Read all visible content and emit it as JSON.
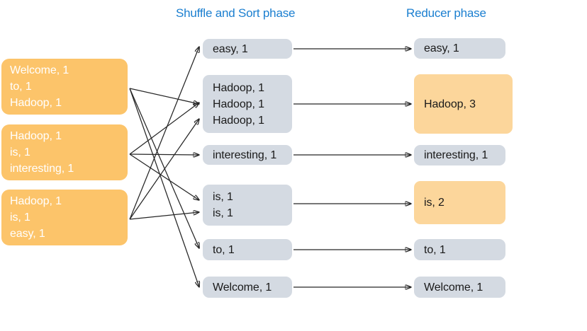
{
  "headers": {
    "shuffle_title": "Shuffle and Sort phase",
    "reducer_title": "Reducer phase"
  },
  "colors": {
    "title_blue": "#1b7fd0",
    "mapper_orange": "#fcc46a",
    "shuffle_gray": "#d4dae2",
    "reduce_highlight_orange": "#fcd69b",
    "text_dark": "#1a1a1a",
    "text_light": "#ffffff",
    "arrow": "#262626"
  },
  "mapper_boxes": [
    {
      "id": "mapper-1",
      "lines": [
        "Welcome, 1",
        "to, 1",
        "Hadoop, 1"
      ]
    },
    {
      "id": "mapper-2",
      "lines": [
        "Hadoop, 1",
        "is, 1",
        "interesting, 1"
      ]
    },
    {
      "id": "mapper-3",
      "lines": [
        "Hadoop, 1",
        "is, 1",
        "easy, 1"
      ]
    }
  ],
  "shuffle_boxes": [
    {
      "id": "shuffle-easy",
      "lines": [
        "easy, 1"
      ]
    },
    {
      "id": "shuffle-hadoop",
      "lines": [
        "Hadoop, 1",
        "Hadoop, 1",
        "Hadoop, 1"
      ]
    },
    {
      "id": "shuffle-interesting",
      "lines": [
        "interesting, 1"
      ]
    },
    {
      "id": "shuffle-is",
      "lines": [
        "is, 1",
        "is, 1"
      ]
    },
    {
      "id": "shuffle-to",
      "lines": [
        "to, 1"
      ]
    },
    {
      "id": "shuffle-welcome",
      "lines": [
        "Welcome, 1"
      ]
    }
  ],
  "reducer_boxes": [
    {
      "id": "reduce-easy",
      "lines": [
        "easy, 1"
      ],
      "highlight": false
    },
    {
      "id": "reduce-hadoop",
      "lines": [
        "Hadoop, 3"
      ],
      "highlight": true
    },
    {
      "id": "reduce-interesting",
      "lines": [
        "interesting, 1"
      ],
      "highlight": false
    },
    {
      "id": "reduce-is",
      "lines": [
        "is, 2"
      ],
      "highlight": true
    },
    {
      "id": "reduce-to",
      "lines": [
        "to, 1"
      ],
      "highlight": false
    },
    {
      "id": "reduce-welcome",
      "lines": [
        "Welcome, 1"
      ],
      "highlight": false
    }
  ],
  "mapper_to_shuffle_edges": [
    {
      "from": "mapper-1",
      "to": "shuffle-welcome"
    },
    {
      "from": "mapper-1",
      "to": "shuffle-to"
    },
    {
      "from": "mapper-1",
      "to": "shuffle-hadoop"
    },
    {
      "from": "mapper-2",
      "to": "shuffle-hadoop"
    },
    {
      "from": "mapper-2",
      "to": "shuffle-is"
    },
    {
      "from": "mapper-2",
      "to": "shuffle-interesting"
    },
    {
      "from": "mapper-3",
      "to": "shuffle-hadoop"
    },
    {
      "from": "mapper-3",
      "to": "shuffle-is"
    },
    {
      "from": "mapper-3",
      "to": "shuffle-easy"
    }
  ],
  "shuffle_to_reducer_edges": [
    {
      "from": "shuffle-easy",
      "to": "reduce-easy"
    },
    {
      "from": "shuffle-hadoop",
      "to": "reduce-hadoop"
    },
    {
      "from": "shuffle-interesting",
      "to": "reduce-interesting"
    },
    {
      "from": "shuffle-is",
      "to": "reduce-is"
    },
    {
      "from": "shuffle-to",
      "to": "reduce-to"
    },
    {
      "from": "shuffle-welcome",
      "to": "reduce-welcome"
    }
  ]
}
